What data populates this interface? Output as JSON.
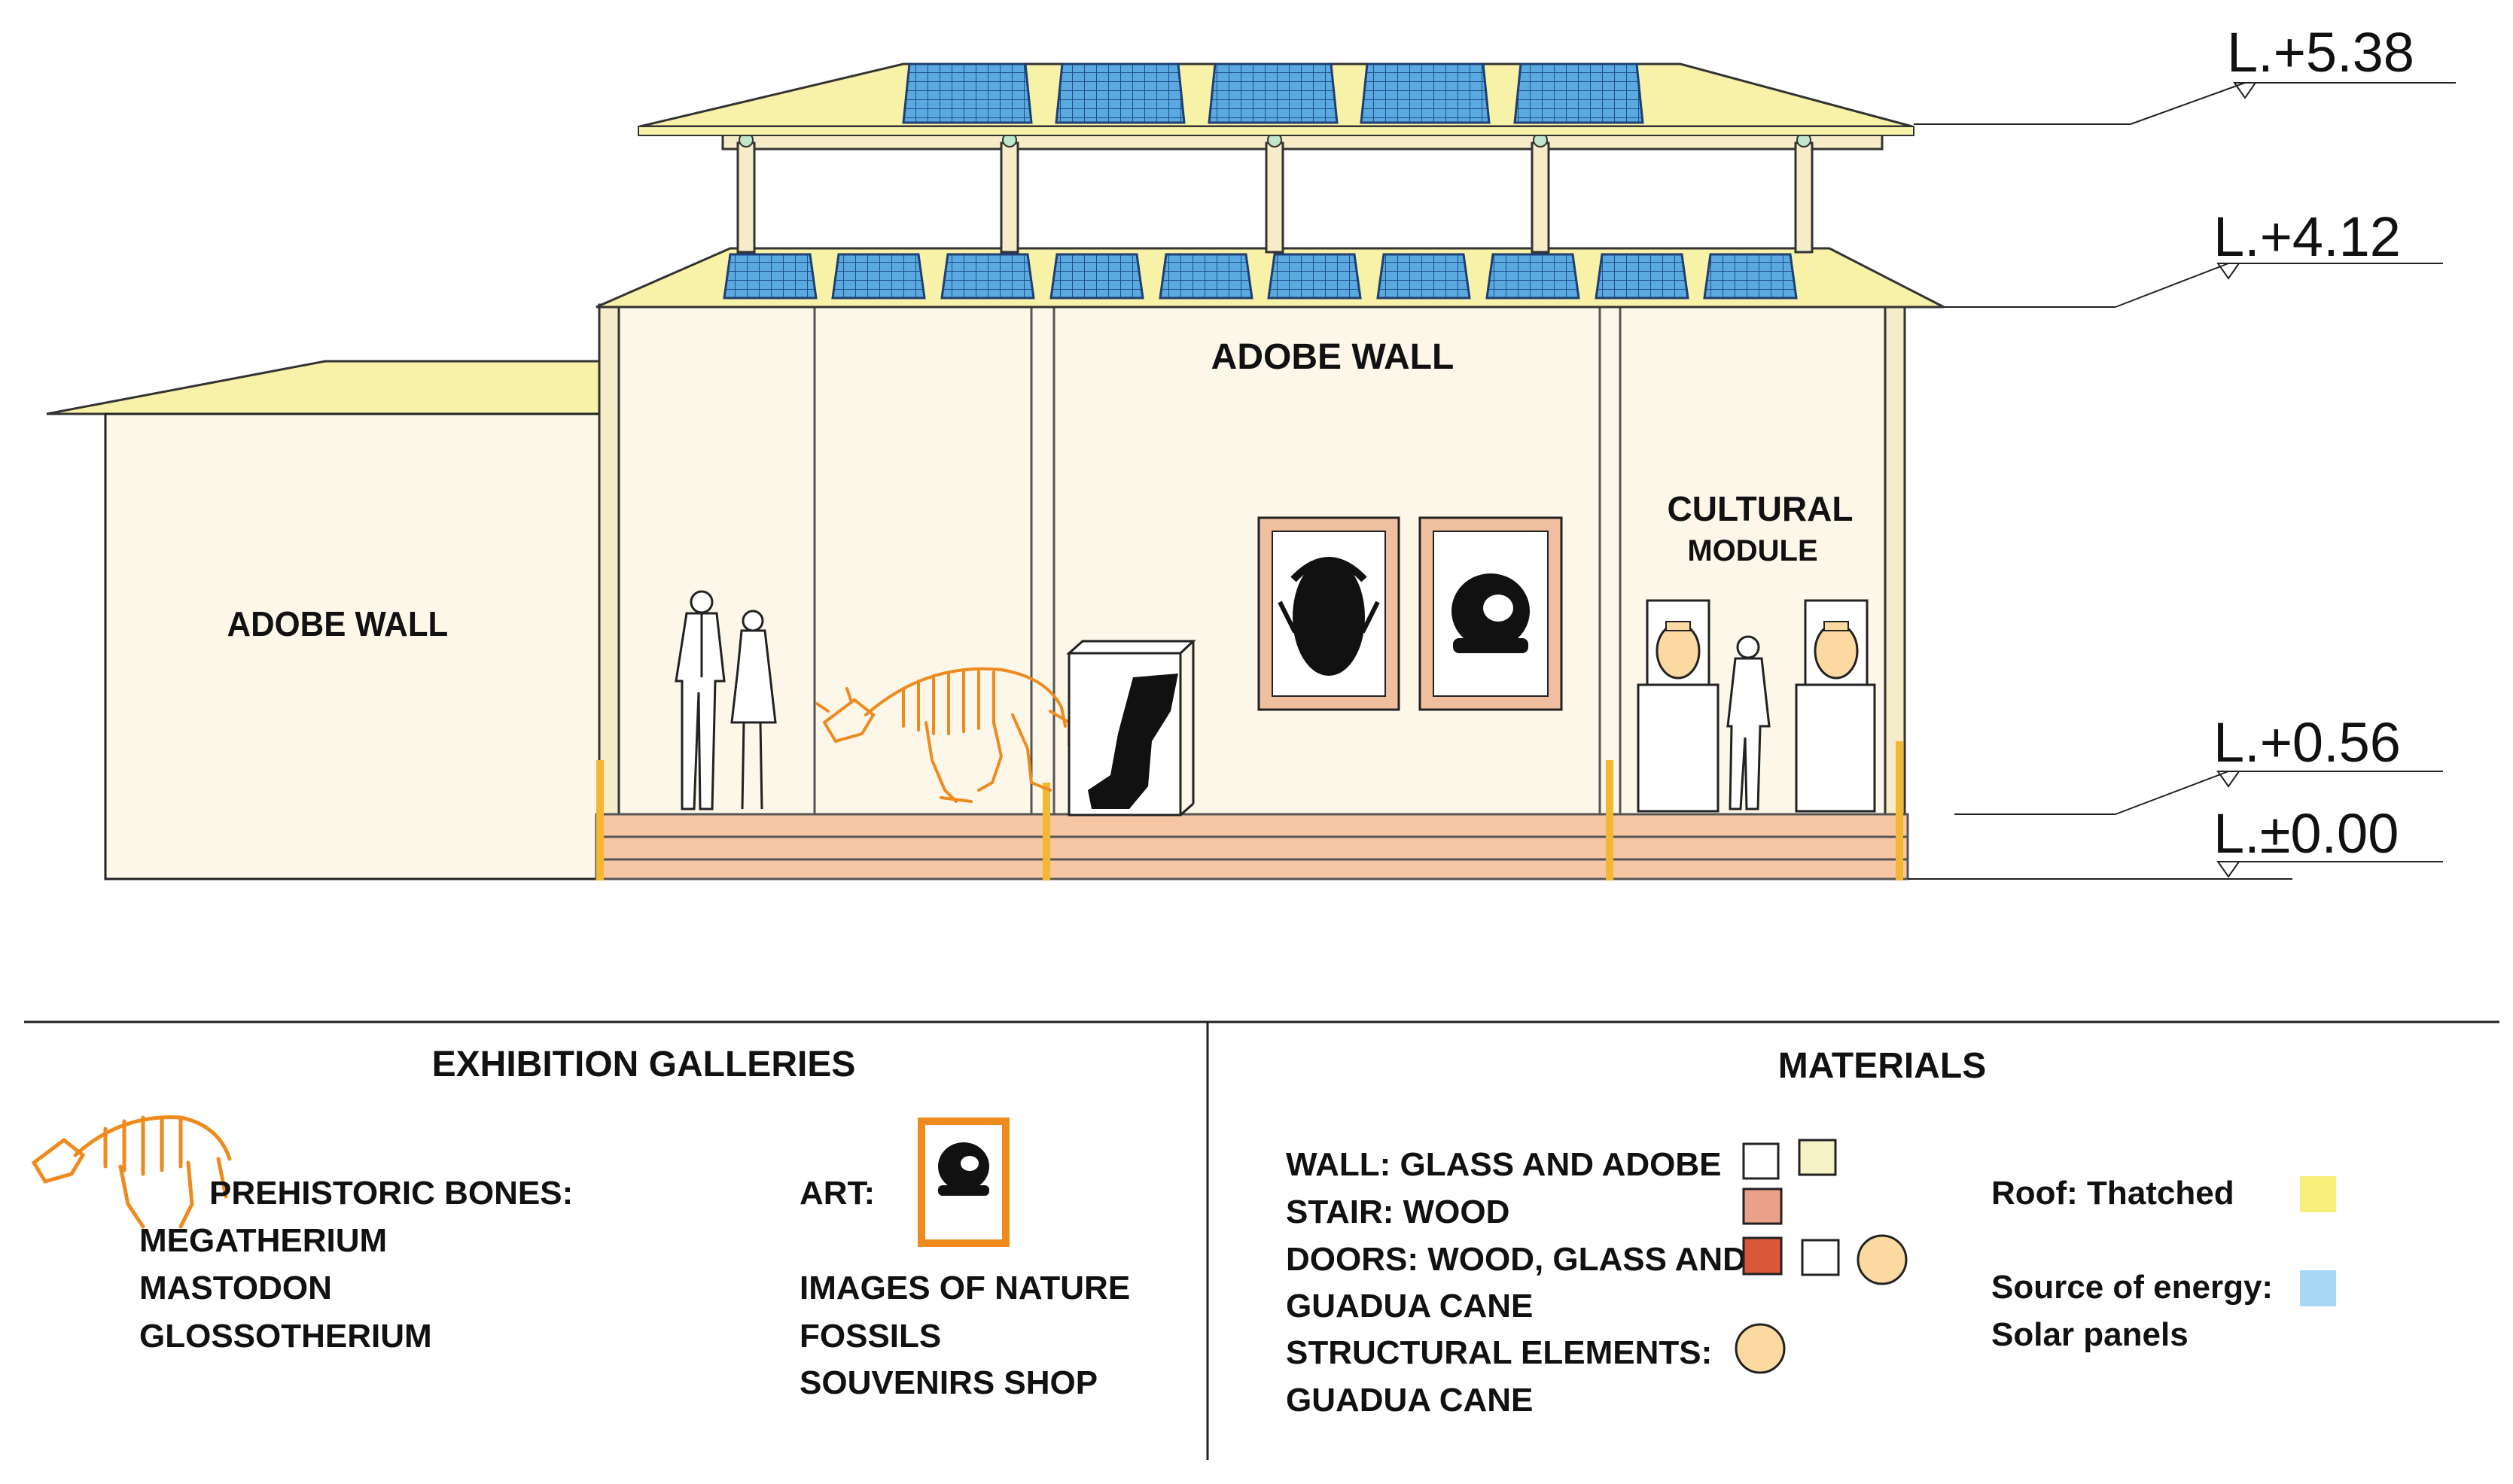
{
  "levels": {
    "roof_top": "L.+5.38",
    "roof_lower": "L.+4.12",
    "floor": "L.+0.56",
    "ground": "L.±0.00"
  },
  "elevation": {
    "left_wall_label": "ADOBE WALL",
    "main_wall_label": "ADOBE WALL",
    "module_title_1": "CULTURAL",
    "module_title_2": "MODULE"
  },
  "legend": {
    "galleries": {
      "title": "EXHIBITION GALLERIES",
      "bones_heading": "PREHISTORIC BONES:",
      "bones": [
        "MEGATHERIUM",
        "MASTODON",
        "GLOSSOTHERIUM"
      ],
      "art_heading": "ART:",
      "art_items": [
        "IMAGES OF NATURE",
        "FOSSILS",
        "SOUVENIRS SHOP"
      ]
    },
    "materials": {
      "title": "MATERIALS",
      "lines": [
        "WALL: GLASS AND ADOBE",
        "STAIR: WOOD",
        "DOORS: WOOD, GLASS AND",
        "GUADUA CANE",
        "STRUCTURAL ELEMENTS:",
        "GUADUA CANE"
      ],
      "roof_label": "Roof: Thatched",
      "energy_label_1": "Source of energy:",
      "energy_label_2": "Solar panels",
      "swatch_colors": {
        "glass": "#ffffff",
        "adobe": "#f6f1c6",
        "stair_wood": "#eba08a",
        "door_wood": "#d9583a",
        "guadua": "#fbd9a0",
        "roof": "#f7ef7a",
        "solar": "#a8d8f5"
      }
    }
  },
  "colors": {
    "roof_fill": "#f8f1a8",
    "wall_fill": "#fdf7ea",
    "floor_fill": "#f7c6a5",
    "panel_fill": "#5aa9e0",
    "column_fill": "#f7ecc8",
    "skeleton": "#ee8a1e",
    "art_frame": "#f0bfa0"
  }
}
